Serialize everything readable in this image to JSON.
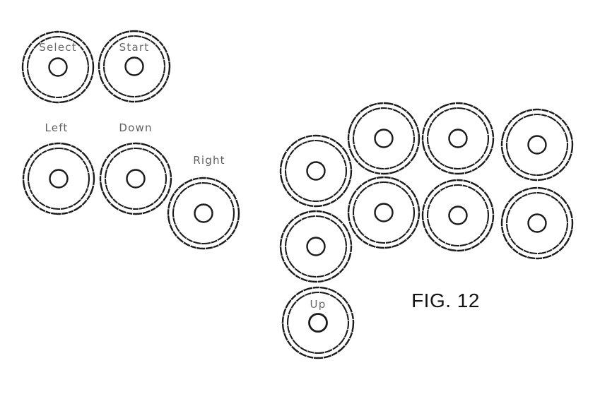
{
  "figure": {
    "caption": "FIG. 12",
    "type": "patent-style drawing of game controller button layout",
    "background_color": "#ffffff",
    "line_color": "#1b1b1b",
    "label_color": "#4e4e4e"
  },
  "buttons": {
    "labeled": {
      "select": "Select",
      "start": "Start",
      "left": "Left",
      "down": "Down",
      "right": "Right",
      "up": "Up"
    },
    "unlabeled_action_button_count": 8,
    "total_button_count": 14
  }
}
